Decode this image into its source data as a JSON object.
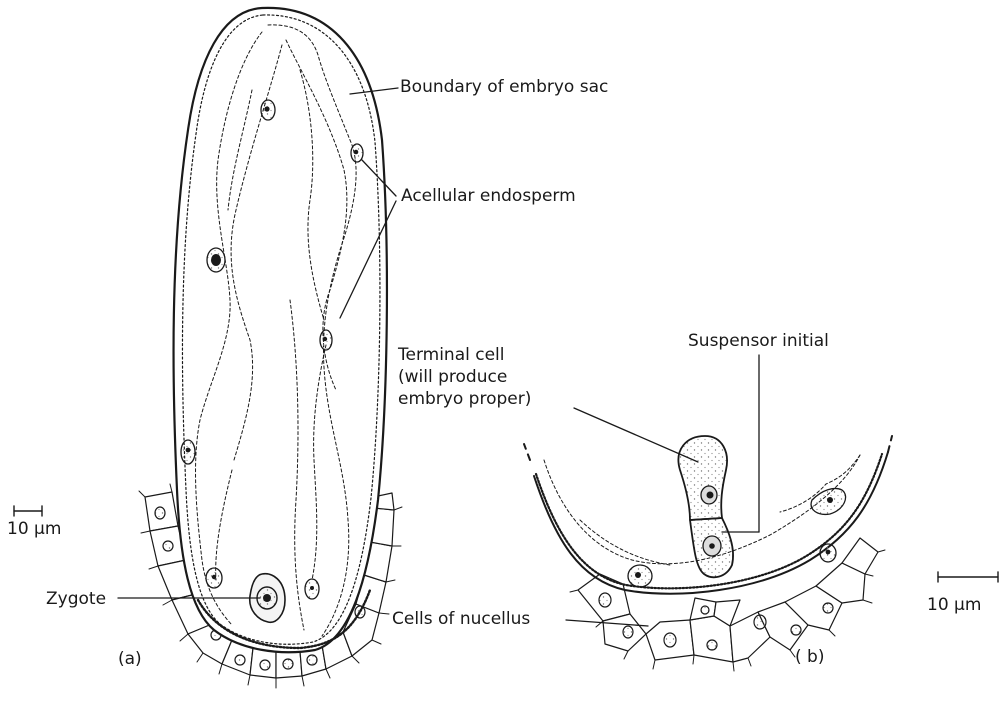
{
  "panel_a": {
    "tag": "(a)",
    "scale_bar": "10 μm",
    "labels": {
      "boundary": "Boundary of embryo sac",
      "endosperm": "Acellular endosperm",
      "zygote": "Zygote"
    }
  },
  "panel_b": {
    "tag": "( b)",
    "scale_bar": "10 μm",
    "labels": {
      "suspensor": "Suspensor initial",
      "terminal": "Terminal cell\n(will produce\nembryo proper)",
      "nucellus": "Cells of nucellus"
    }
  },
  "colors": {
    "ink": "#1a1a1a",
    "paper": "#ffffff"
  }
}
